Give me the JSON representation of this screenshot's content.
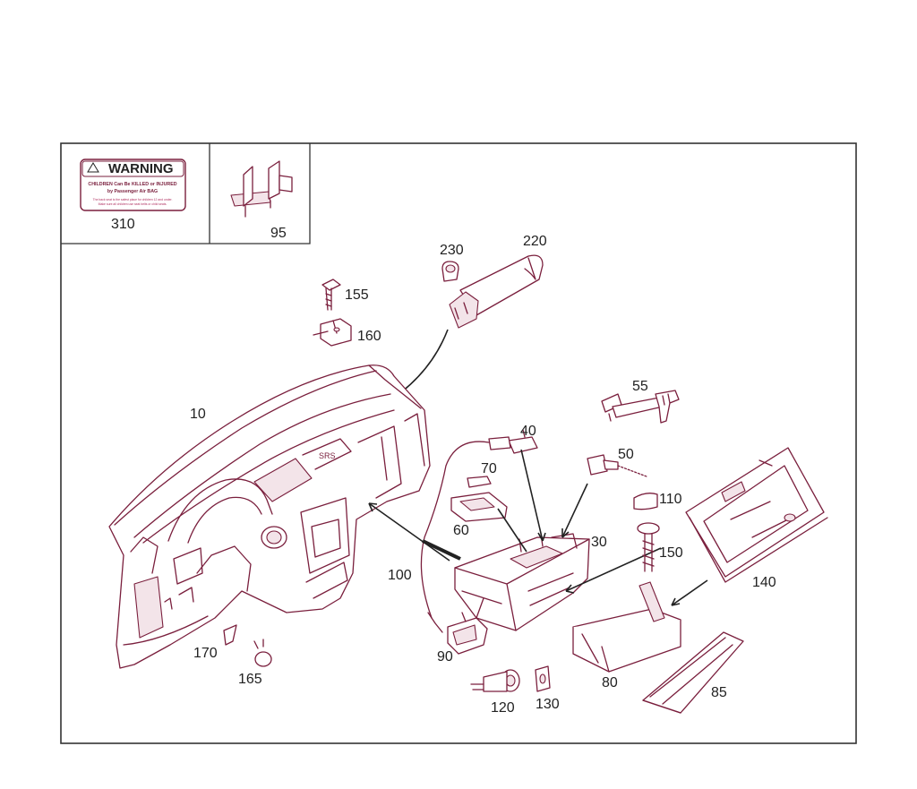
{
  "warning_label": {
    "title": "WARNING",
    "line1": "CHILDREN Can Be KILLED or INJURED",
    "line2": "by Passenger Air BAG",
    "fine1": "The back seat is the safest place for children 12 and under.",
    "fine2": "Make sure all children use seat belts or child seats."
  },
  "parts": {
    "p310": "310",
    "p95": "95",
    "p230": "230",
    "p220": "220",
    "p155": "155",
    "p160": "160",
    "p10": "10",
    "p55": "55",
    "p40": "40",
    "p50": "50",
    "p70": "70",
    "p110": "110",
    "p60": "60",
    "p30": "30",
    "p150": "150",
    "p140": "140",
    "p100": "100",
    "p90": "90",
    "p80": "80",
    "p170": "170",
    "p165": "165",
    "p120": "120",
    "p130": "130",
    "p85": "85"
  },
  "colors": {
    "line": "#7a1f3d",
    "frame": "#333333",
    "label": "#222222"
  }
}
